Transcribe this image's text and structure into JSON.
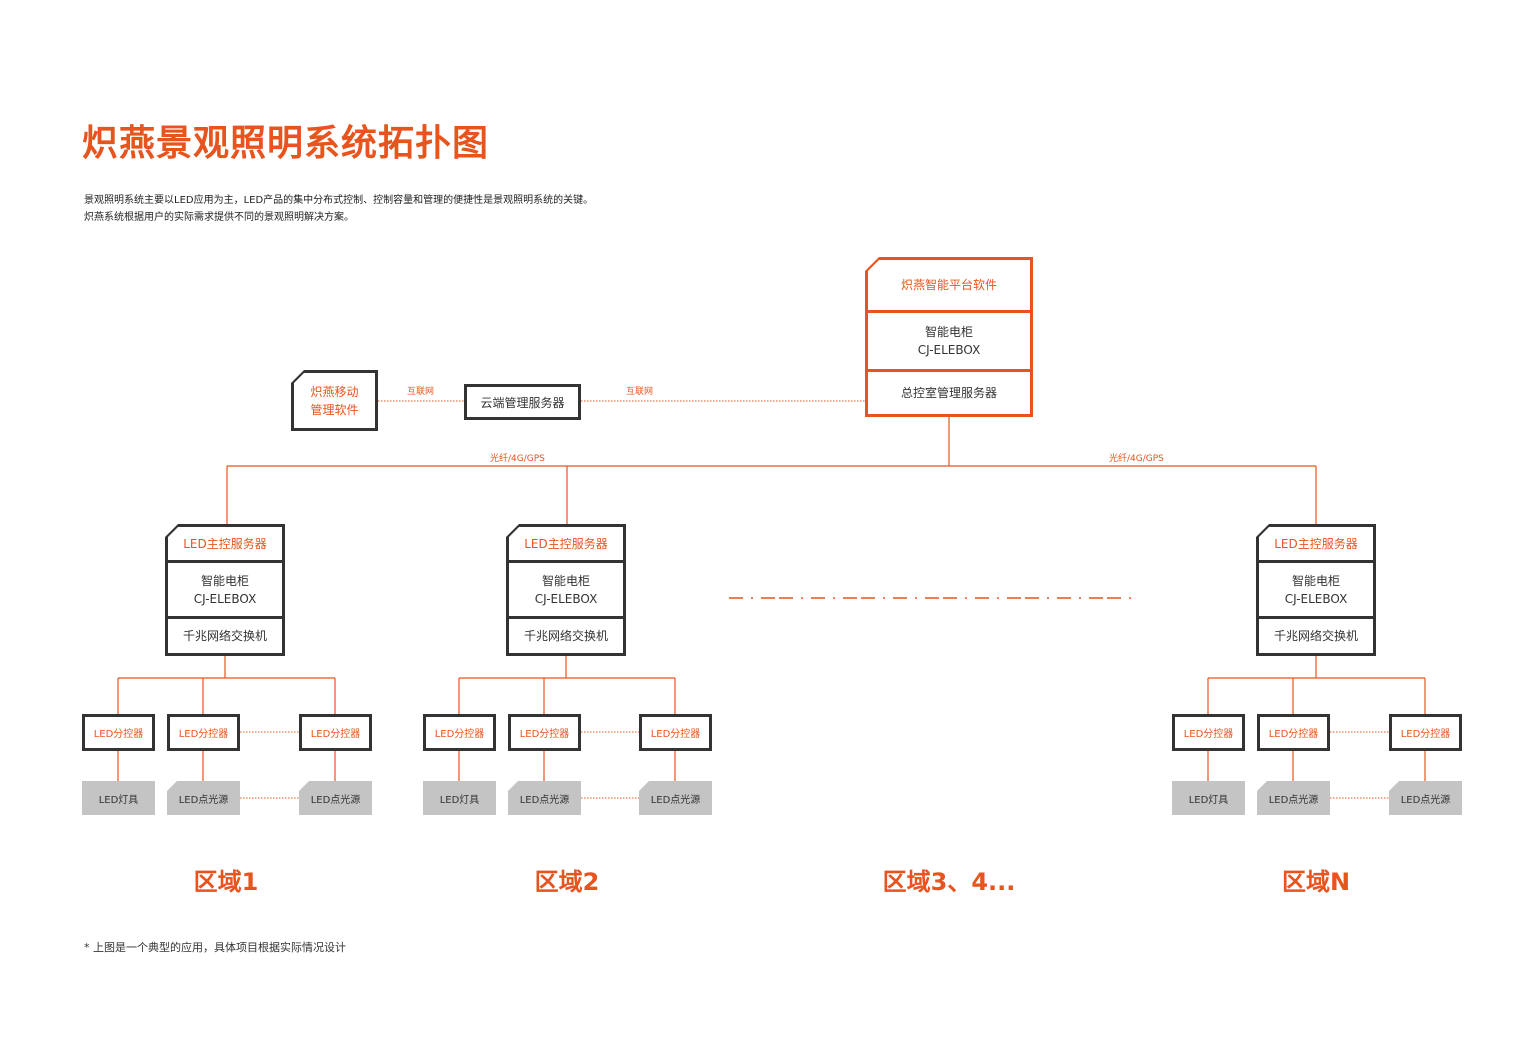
{
  "title": "炽燕景观照明系统拓扑图",
  "intro": [
    "景观照明系统主要以LED应用为主，LED产品的集中分布式控制、控制容量和管理的便捷性是景观照明系统的关键。",
    "炽燕系统根据用户的实际需求提供不同的景观照明解决方案。"
  ],
  "platform": {
    "software": "炽燕智能平台软件",
    "cabinet_line1": "智能电柜",
    "cabinet_line2": "CJ-ELEBOX",
    "server": "总控室管理服务器"
  },
  "mobile": {
    "line1": "炽燕移动",
    "line2": "管理软件"
  },
  "cloud_server": "云端管理服务器",
  "link_labels": {
    "internet_left": "互联网",
    "internet_right": "互联网",
    "fiber_left": "光纤/4G/GPS",
    "fiber_right": "光纤/4G/GPS"
  },
  "region_server": {
    "title": "LED主控服务器",
    "cabinet_line1": "智能电柜",
    "cabinet_line2": "CJ-ELEBOX",
    "switch": "千兆网络交换机"
  },
  "controller_label": "LED分控器",
  "lamp_labels": {
    "fixture": "LED灯具",
    "point": "LED点光源"
  },
  "zones": [
    "区域1",
    "区域2",
    "区域3、4...",
    "区域N"
  ],
  "footnote": "*  上图是一个典型的应用，具体项目根据实际情况设计",
  "colors": {
    "accent": "#e8541e",
    "box_border": "#333333",
    "lamp_fill": "#c4c4c4"
  }
}
